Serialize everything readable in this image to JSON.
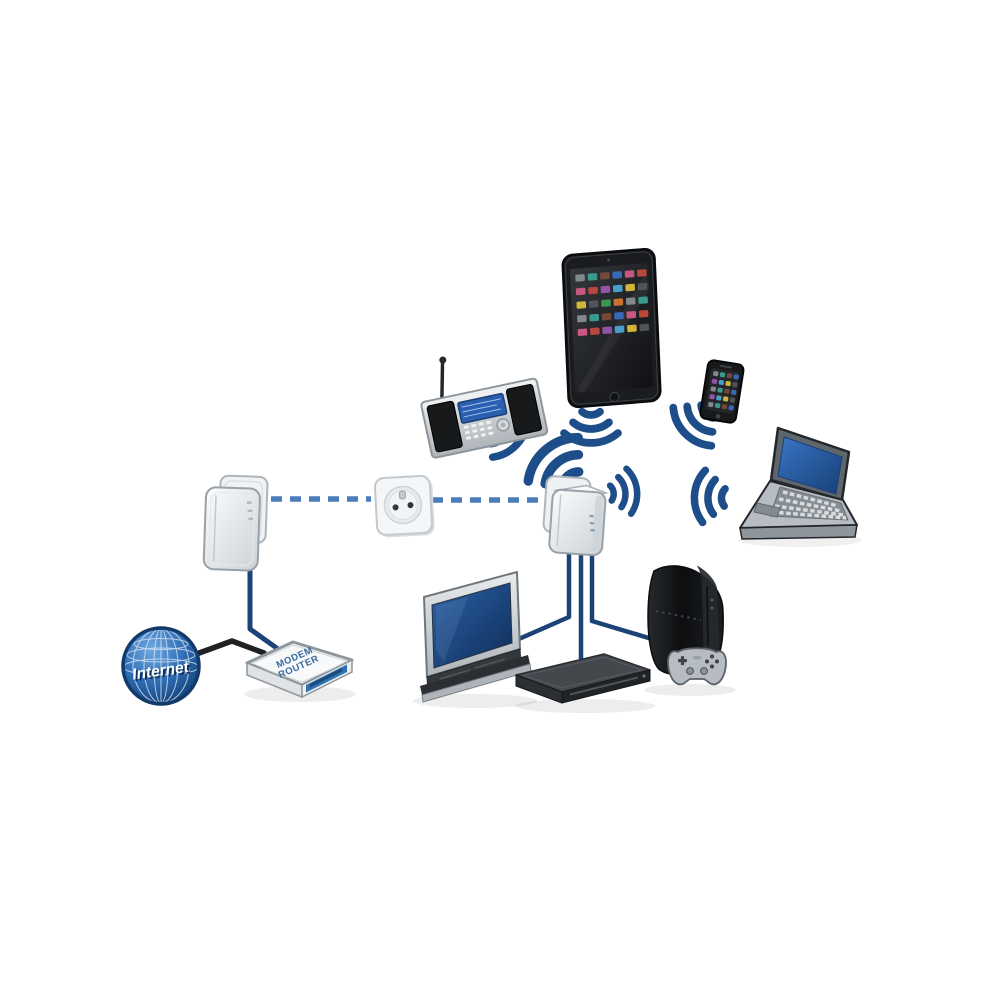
{
  "diagram": {
    "type": "home-network-topology",
    "background": "#ffffff",
    "labels": {
      "internet": "Internet",
      "router_line1": "MODEM",
      "router_line2": "ROUTER"
    },
    "colors": {
      "wifi_wave": "#1d4e89",
      "ethernet_cable": "#1b4377",
      "internet_cable": "#1f2123",
      "powerline_dashed_link": "#4a7cba",
      "globe_blue": "#2f6cb3",
      "router_port_stripe": "#2f6fae",
      "laptop_screen_blue": "#2a5fb8",
      "tv_screen_blue": "#1d4a85",
      "radio_display_blue": "#2a5fb0",
      "device_silver": "#c3c8cc",
      "device_black": "#17191b"
    },
    "nodes": [
      {
        "id": "internet-globe",
        "kind": "internet-cloud"
      },
      {
        "id": "modem-router",
        "kind": "router"
      },
      {
        "id": "powerline-adapter-lan",
        "kind": "powerline-adapter"
      },
      {
        "id": "wall-outlet",
        "kind": "power-socket"
      },
      {
        "id": "powerline-adapter-wifi",
        "kind": "powerline-wifi-adapter"
      },
      {
        "id": "internet-radio",
        "kind": "wifi-device"
      },
      {
        "id": "tablet",
        "kind": "wifi-device"
      },
      {
        "id": "smartphone",
        "kind": "wifi-device"
      },
      {
        "id": "laptop",
        "kind": "wifi-device"
      },
      {
        "id": "tv",
        "kind": "wired-device"
      },
      {
        "id": "blu-ray-player",
        "kind": "wired-device"
      },
      {
        "id": "game-console",
        "kind": "wired-device"
      }
    ],
    "connections": [
      {
        "from": "internet-globe",
        "to": "modem-router",
        "type": "cable"
      },
      {
        "from": "modem-router",
        "to": "powerline-adapter-lan",
        "type": "ethernet"
      },
      {
        "from": "powerline-adapter-lan",
        "to": "powerline-adapter-wifi",
        "type": "powerline",
        "via": "wall-outlet",
        "style": "dashed"
      },
      {
        "from": "powerline-adapter-wifi",
        "to": "tv",
        "type": "ethernet"
      },
      {
        "from": "powerline-adapter-wifi",
        "to": "blu-ray-player",
        "type": "ethernet"
      },
      {
        "from": "powerline-adapter-wifi",
        "to": "game-console",
        "type": "ethernet"
      },
      {
        "from": "powerline-adapter-wifi",
        "to": "internet-radio",
        "type": "wifi"
      },
      {
        "from": "powerline-adapter-wifi",
        "to": "tablet",
        "type": "wifi"
      },
      {
        "from": "powerline-adapter-wifi",
        "to": "smartphone",
        "type": "wifi"
      },
      {
        "from": "powerline-adapter-wifi",
        "to": "laptop",
        "type": "wifi"
      }
    ],
    "app_tile_palette": [
      "#8a8f94",
      "#c44b3e",
      "#3f9e52",
      "#3a6fc4",
      "#e0c23a",
      "#38a597",
      "#9a58b5",
      "#d77a35",
      "#d65b8a",
      "#55585c",
      "#7a4c3a",
      "#4aa9d8"
    ]
  }
}
